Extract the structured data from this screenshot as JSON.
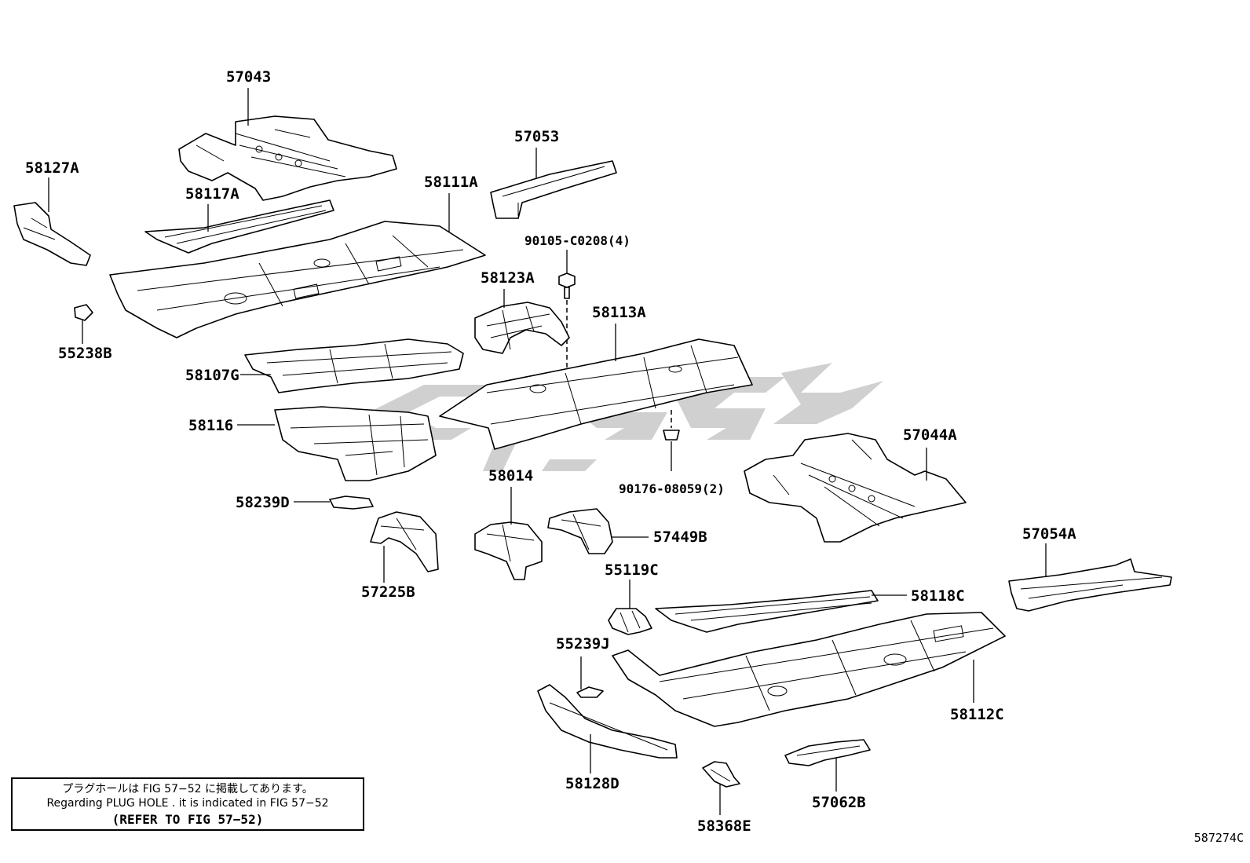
{
  "diagram": {
    "figure_id": "587274C",
    "note": {
      "jp": "プラグホールは FIG 57−52 に掲載してあります。",
      "en": "Regarding PLUG HOLE . it is indicated in FIG 57−52",
      "ref": "(REFER TO FIG 57−52)"
    },
    "parts": [
      {
        "id": "p57043",
        "label": "57043"
      },
      {
        "id": "p58127A",
        "label": "58127A"
      },
      {
        "id": "p57053",
        "label": "57053"
      },
      {
        "id": "p58117A",
        "label": "58117A"
      },
      {
        "id": "p58111A",
        "label": "58111A"
      },
      {
        "id": "p90105",
        "label": "90105-C0208(4)"
      },
      {
        "id": "p58123A",
        "label": "58123A"
      },
      {
        "id": "p58113A",
        "label": "58113A"
      },
      {
        "id": "p55238B",
        "label": "55238B"
      },
      {
        "id": "p58107G",
        "label": "58107G"
      },
      {
        "id": "p58116",
        "label": "58116"
      },
      {
        "id": "p57044A",
        "label": "57044A"
      },
      {
        "id": "p58014",
        "label": "58014"
      },
      {
        "id": "p90176",
        "label": "90176-08059(2)"
      },
      {
        "id": "p58239D",
        "label": "58239D"
      },
      {
        "id": "p57449B",
        "label": "57449B"
      },
      {
        "id": "p57054A",
        "label": "57054A"
      },
      {
        "id": "p57225B",
        "label": "57225B"
      },
      {
        "id": "p55119C",
        "label": "55119C"
      },
      {
        "id": "p58118C",
        "label": "58118C"
      },
      {
        "id": "p55239J",
        "label": "55239J"
      },
      {
        "id": "p58112C",
        "label": "58112C"
      },
      {
        "id": "p58128D",
        "label": "58128D"
      },
      {
        "id": "p57062B",
        "label": "57062B"
      },
      {
        "id": "p58368E",
        "label": "58368E"
      }
    ]
  }
}
